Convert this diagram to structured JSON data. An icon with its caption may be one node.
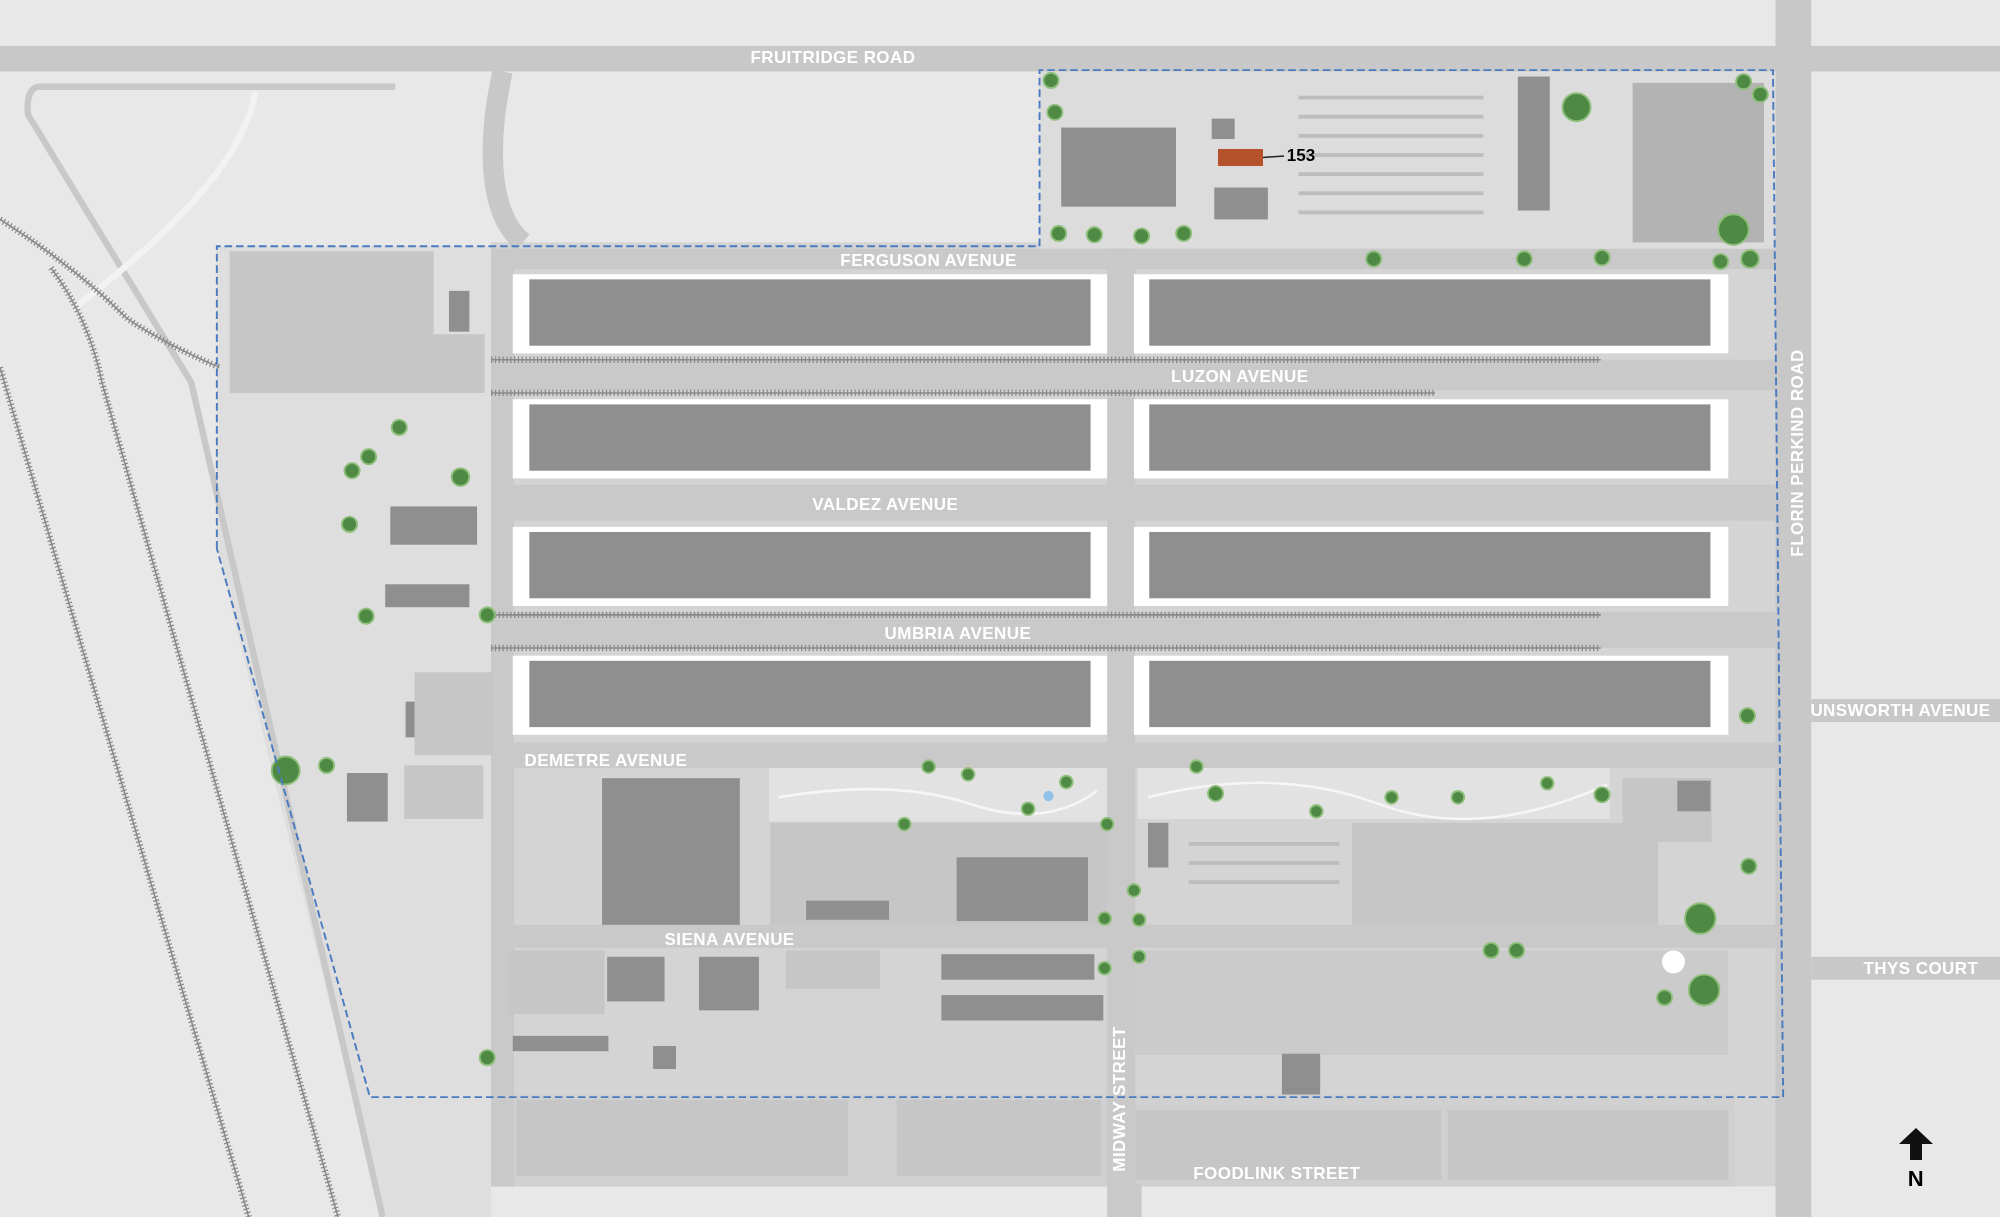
{
  "diagram": {
    "nodes": [
      {
        "text": [
          "153"
        ]
      },
      {
        "text": [],
        "shape": "box"
      }
    ],
    "edges": [
      {
        "from": 0,
        "to": 1,
        "arrow": "none"
      }
    ],
    "labels": [
      "FRUITRIDGE ROAD",
      "FERGUSON AVENUE",
      "LUZON AVENUE",
      "FLORIN PERKIND ROAD",
      "VALDEZ AVENUE",
      "UMBRIA AVENUE",
      "UNSWORTH AVENUE",
      "DEMETRE AVENUE",
      "SIENA AVENUE",
      "THYS COURT",
      "MIDWAY STREET",
      "FOODLINK STREET",
      "N"
    ]
  }
}
